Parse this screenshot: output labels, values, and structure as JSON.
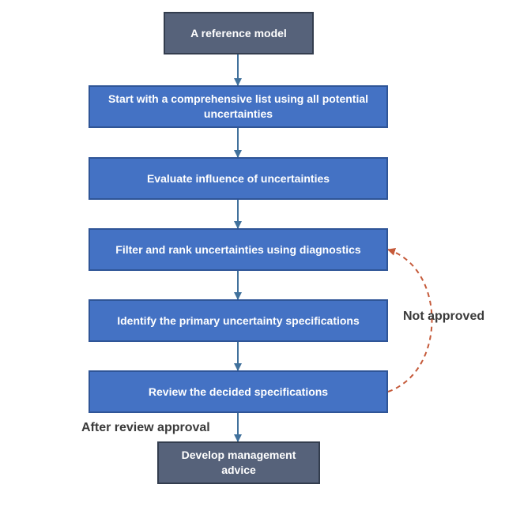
{
  "flowchart": {
    "steps": [
      {
        "id": "reference-model",
        "text": "A reference model"
      },
      {
        "id": "comprehensive-list",
        "text": "Start with a comprehensive list using all potential uncertainties"
      },
      {
        "id": "evaluate-influence",
        "text": "Evaluate influence of uncertainties"
      },
      {
        "id": "filter-rank",
        "text": "Filter and rank uncertainties using diagnostics"
      },
      {
        "id": "identify-primary",
        "text": "Identify the primary uncertainty specifications"
      },
      {
        "id": "review-specs",
        "text": "Review the decided specifications"
      },
      {
        "id": "develop-advice",
        "text": "Develop management advice"
      }
    ],
    "labels": {
      "not_approved": "Not approved",
      "after_review_approval": "After review approval"
    },
    "colors": {
      "dark_box": "#56627a",
      "blue_box": "#4472c4",
      "arrow": "#41719c",
      "feedback_arrow": "#c55a3a"
    }
  }
}
